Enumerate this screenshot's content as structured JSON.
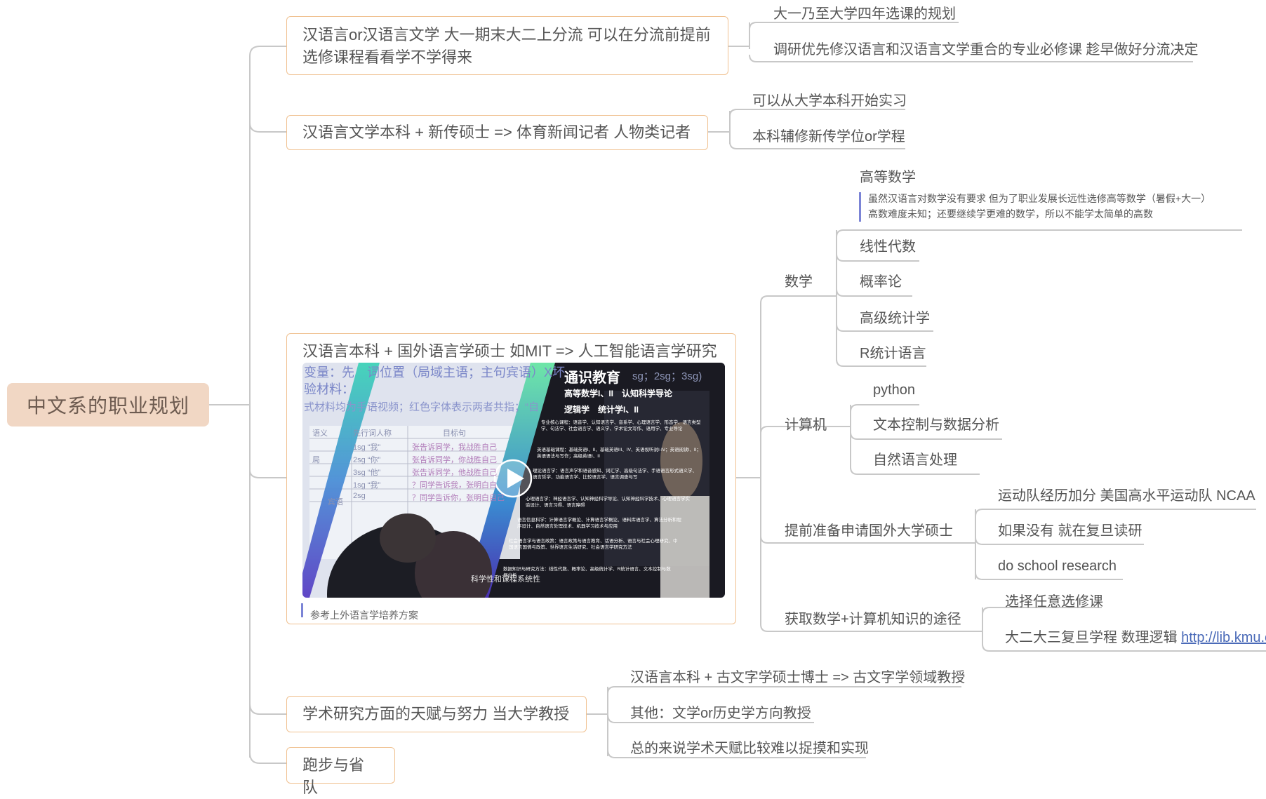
{
  "root": {
    "label": "中文系的职业规划"
  },
  "branch1": {
    "line1": "汉语言or汉语言文学 大一期末大二上分流 可以在分流前提前",
    "line2": "选修课程看看学不学得来",
    "children": [
      "大一乃至大学四年选课的规划",
      "调研优先修汉语言和汉语言文学重合的专业必修课 趁早做好分流决定"
    ]
  },
  "branch2": {
    "label": "汉语言文学本科 + 新传硕士 => 体育新闻记者 人物类记者",
    "children": [
      "可以从大学本科开始实习",
      "本科辅修新传学位or学程"
    ]
  },
  "branch3": {
    "label": "汉语言本科 + 国外语言学硕士 如MIT => 人工智能语言学研究",
    "caption": "参考上外语言学培养方案",
    "video": {
      "title": "通识教育",
      "line1": "高等数学I、II　认知科学导论",
      "line2": "逻辑学　统计学I、II",
      "blocks": [
        "专业核心课程：语音学、认知语言学、音系学、心理语言学、形态学、语言类型学、句法学、社会语言学、语义学、学术论文写作、语用学、专业导论",
        "英语基础课程：基础英语I、II、基础英语III、IV、英语视听说I-IV；英语阅读I、II；英语语法与写作；高级英语I、II",
        "理论语言学：语言声学和语音感知、词汇学、高级句法学、手语语言形式语义学、语言哲学、功能语言学、比较语言学、语言调查与写",
        "心理语言学：神经语言学、认知神经科学导论、认知神经科学技术、心理语言学实验设计、语言习得、语言障碍",
        "语言信息科学：计算语言学概论、计算语言学概论、语料库语言学、算法分析和程序设计、自然语言处理技术、机器学习技术与应用",
        "社会语言学与语言政策：语言政策与语言教育、话语分析、语言与社会心理研究、中国语言国情与政策、世界语言生活研究、社会语言学研究方法",
        "数据知识与研究方法：线性代数、概率论、高级统计学、R统计语言、文本控制与数据分析"
      ],
      "subtitle": "科学性和课程系统性",
      "board_lines": [
        "变量：先　词位置（局域主语；主句宾语）X坏",
        "验材料：",
        "式材料均为手语视频；红色字体表示两者共指；“自"
      ],
      "board_right": "sg；2sg；3sg)",
      "table_header": [
        "先行词人称",
        "目标句"
      ],
      "table_rows": [
        [
          "1sg “我”",
          "张告诉同学，我战胜自己"
        ],
        [
          "2sg “你”",
          "张告诉同学，你战胜自己"
        ],
        [
          "3sg “他”",
          "张告诉同学，他战胜自己"
        ],
        [
          "1sg “我”",
          "？同学告诉我，张明白自"
        ],
        [
          "2sg",
          "？同学告诉你，张明白自己"
        ]
      ],
      "table_side": [
        "语义",
        "局",
        "宾语"
      ]
    },
    "children": {
      "math": {
        "label": "数学",
        "items": [
          {
            "label": "高等数学",
            "notes": [
              "虽然汉语言对数学没有要求 但为了职业发展长远性选修高等数学（暑假+大一）",
              "高数难度未知；还要继续学更难的数学，所以不能学太简单的高数"
            ]
          },
          {
            "label": "线性代数"
          },
          {
            "label": "概率论"
          },
          {
            "label": "高级统计学"
          },
          {
            "label": "R统计语言"
          }
        ]
      },
      "cs": {
        "label": "计算机",
        "items": [
          "python",
          "文本控制与数据分析",
          "自然语言处理"
        ]
      },
      "apply": {
        "label": "提前准备申请国外大学硕士",
        "items": [
          "运动队经历加分 美国高水平运动队 NCAA",
          "如果没有 就在复旦读研",
          "do school research"
        ]
      },
      "path": {
        "label": "获取数学+计算机知识的途径",
        "items": [
          "选择任意选修课"
        ],
        "item2_text": "大二大三复旦学程 数理逻辑 ",
        "item2_link": "http://lib.kmu.e"
      }
    }
  },
  "branch4": {
    "label": "学术研究方面的天赋与努力 当大学教授",
    "children": [
      "汉语言本科 + 古文字学硕士博士 => 古文字学领域教授",
      "其他：文学or历史学方向教授",
      "总的来说学术天赋比较难以捉摸和实现"
    ]
  },
  "branch5": {
    "label": "跑步与省队"
  },
  "colors": {
    "root_fill": "#f1d7c4",
    "box_border": "#f0c190",
    "connector": "#c8c8c8",
    "note_bar": "#7b84d6",
    "link": "#4a6ab8"
  }
}
